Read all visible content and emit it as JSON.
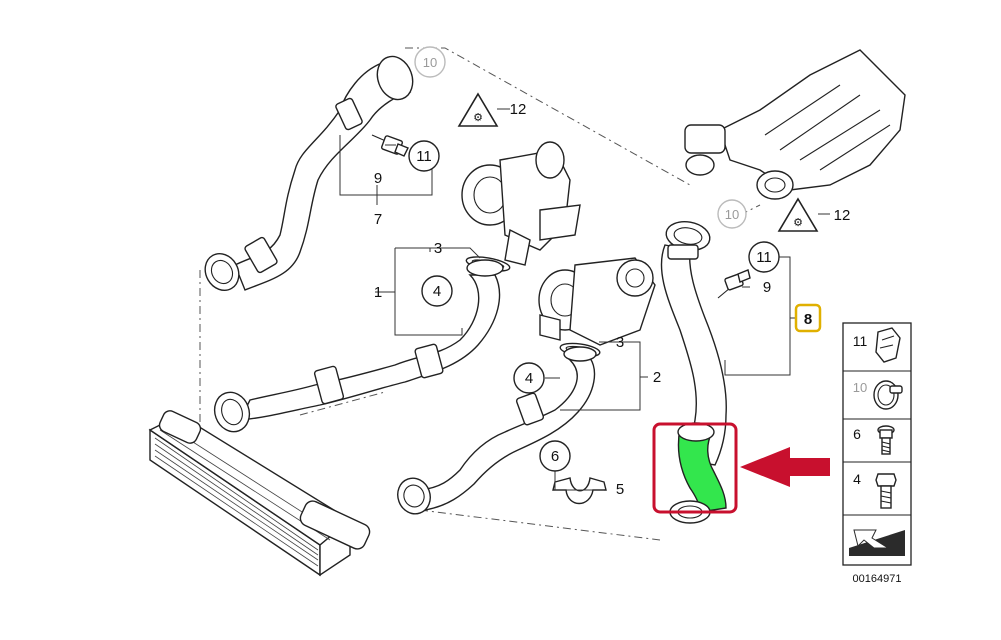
{
  "diagram": {
    "reference_number": "00164971",
    "accent_colors": {
      "highlight_box": "#c8102e",
      "arrow": "#c8102e",
      "highlighted_hose": "#33e64d",
      "label_8_box": "#e0b000"
    },
    "callouts": [
      {
        "id": "c10a",
        "text": "10",
        "style": "circle-grey"
      },
      {
        "id": "c12a",
        "text": "12"
      },
      {
        "id": "c11a",
        "text": "11",
        "style": "circle"
      },
      {
        "id": "c9a",
        "text": "9"
      },
      {
        "id": "c7",
        "text": "7"
      },
      {
        "id": "c3a",
        "text": "3"
      },
      {
        "id": "c1",
        "text": "1"
      },
      {
        "id": "c4a",
        "text": "4",
        "style": "circle"
      },
      {
        "id": "c3b",
        "text": "3"
      },
      {
        "id": "c2",
        "text": "2"
      },
      {
        "id": "c4b",
        "text": "4",
        "style": "circle"
      },
      {
        "id": "c6",
        "text": "6",
        "style": "circle"
      },
      {
        "id": "c5",
        "text": "5"
      },
      {
        "id": "c10b",
        "text": "10",
        "style": "circle-grey"
      },
      {
        "id": "c12b",
        "text": "12"
      },
      {
        "id": "c11b",
        "text": "11",
        "style": "circle"
      },
      {
        "id": "c9b",
        "text": "9"
      },
      {
        "id": "c8",
        "text": "8",
        "style": "highlight-box"
      }
    ],
    "parts_legend": [
      {
        "number": "11",
        "icon": "hose-clip-icon"
      },
      {
        "number": "10",
        "icon": "hose-clamp-icon",
        "greyed": true
      },
      {
        "number": "6",
        "icon": "flange-bolt-icon"
      },
      {
        "number": "4",
        "icon": "hex-bolt-icon"
      },
      {
        "number": "",
        "icon": "gasket-wedge-icon"
      }
    ]
  }
}
